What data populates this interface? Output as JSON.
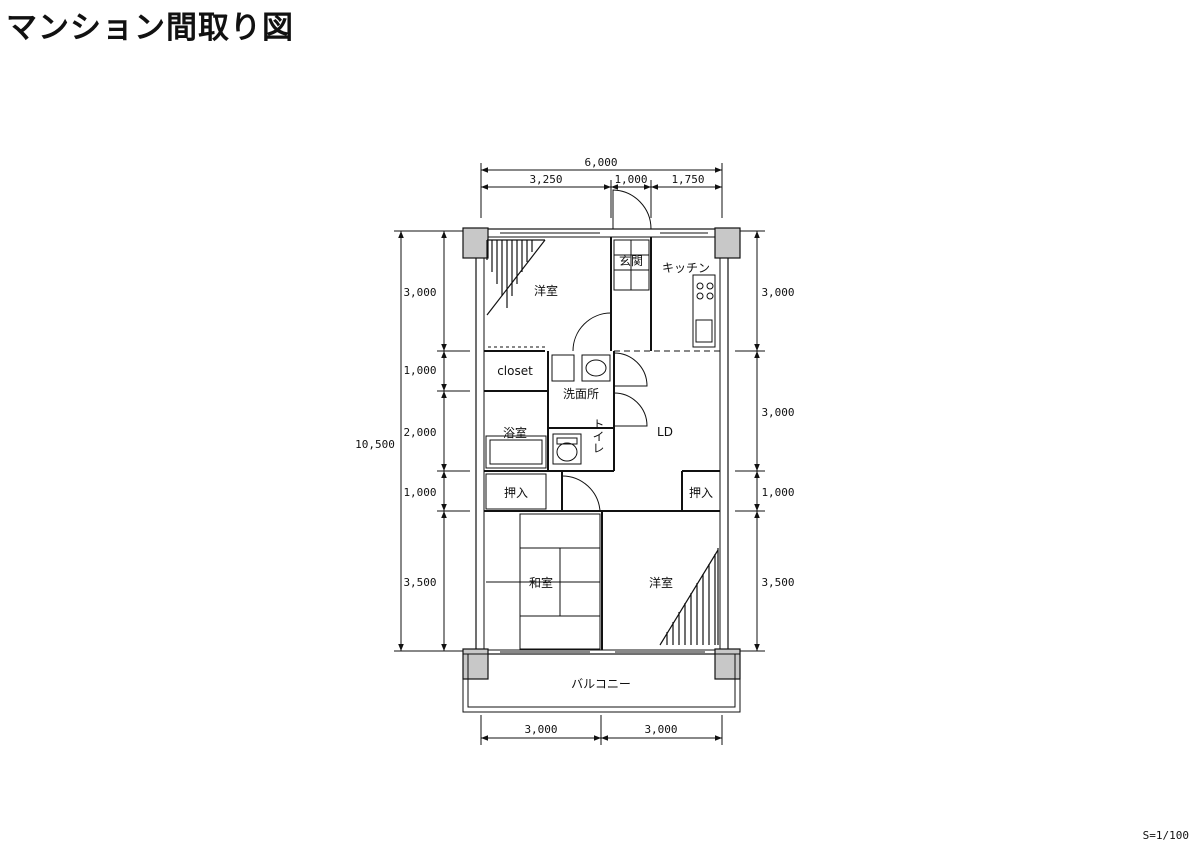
{
  "title": "マンション間取り図",
  "scale": "S=1/100",
  "rooms": {
    "western_north": "洋室",
    "entrance": "玄関",
    "kitchen": "キッチン",
    "closet": "closet",
    "washroom": "洗面所",
    "bath": "浴室",
    "toilet": "トイレ",
    "ld": "LD",
    "oshiire_left": "押入",
    "oshiire_right": "押入",
    "japanese": "和室",
    "western_south": "洋室",
    "balcony": "バルコニー"
  },
  "dimensions": {
    "top_total": "6,000",
    "top_parts": [
      "3,250",
      "1,000",
      "1,750"
    ],
    "left_total": "10,500",
    "left_parts": [
      "3,000",
      "1,000",
      "2,000",
      "1,000",
      "3,500"
    ],
    "right_parts": [
      "3,000",
      "3,000",
      "1,000",
      "3,500"
    ],
    "bottom_parts": [
      "3,000",
      "3,000"
    ]
  },
  "colors": {
    "line": "#111111",
    "wall_fill": "#c8c8c8",
    "tatami": "#111111"
  }
}
